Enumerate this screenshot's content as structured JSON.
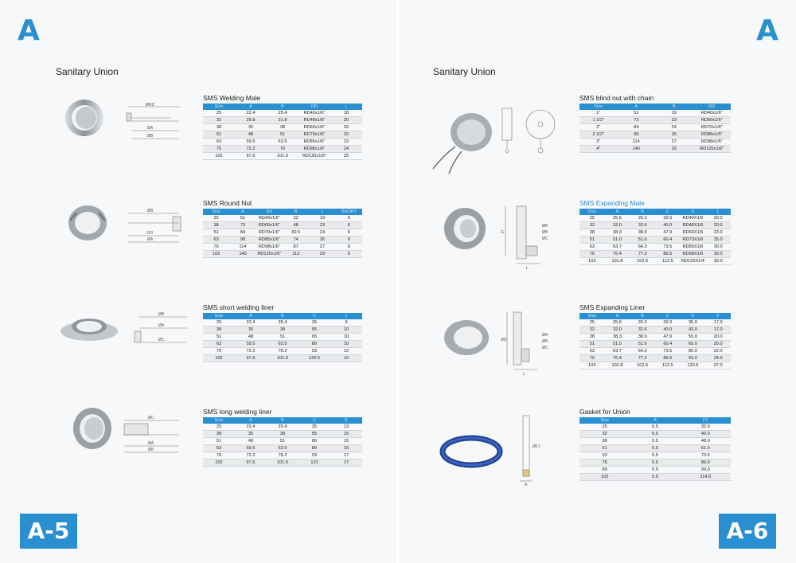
{
  "pages": [
    {
      "letter": "A",
      "title": "Sanitary Union",
      "number": "A-5",
      "products": [
        {
          "title": "SMS Welding Male",
          "headers": [
            "Size",
            "A",
            "B",
            "RD",
            "L"
          ],
          "rows": [
            [
              "25",
              "22.4",
              "25.4",
              "RD40x1/6\"",
              "18"
            ],
            [
              "32",
              "28.8",
              "31.8",
              "RD48x1/6\"",
              "20"
            ],
            [
              "38",
              "35",
              "38",
              "RD60x1/6\"",
              "20"
            ],
            [
              "51",
              "48",
              "51",
              "RD70x1/6\"",
              "20"
            ],
            [
              "63",
              "59.5",
              "63.5",
              "RD85x1/6\"",
              "22"
            ],
            [
              "76",
              "72.2",
              "76",
              "RD98x1/6\"",
              "24"
            ],
            [
              "102",
              "97.6",
              "101.6",
              "RD125x1/6\"",
              "25"
            ]
          ],
          "drawing_labels": [
            "ØRD",
            "ØA",
            "ØB"
          ]
        },
        {
          "title": "SMS Round Nut",
          "headers": [
            "Size",
            "A",
            "Rd",
            "B",
            "L",
            "SHORT"
          ],
          "rows": [
            [
              "25",
              "51",
              "RD40x1/6\"",
              "32",
              "19",
              "6"
            ],
            [
              "38",
              "73",
              "RD60x1/6\"",
              "48",
              "23",
              "6"
            ],
            [
              "51",
              "84",
              "RD70x1/6\"",
              "60.5",
              "24",
              "6"
            ],
            [
              "63",
              "98",
              "RD85x1/6\"",
              "74",
              "26",
              "6"
            ],
            [
              "76",
              "114",
              "RD98x1/6\"",
              "87",
              "27",
              "6"
            ],
            [
              "102",
              "140",
              "RD125x1/6\"",
              "113",
              "29",
              "6"
            ]
          ],
          "drawing_labels": [
            "ØB",
            "ØA",
            "RD"
          ]
        },
        {
          "title": "SMS short welding liner",
          "headers": [
            "Size",
            "A",
            "B",
            "C",
            "L"
          ],
          "rows": [
            [
              "25",
              "22.4",
              "25.4",
              "35",
              "9"
            ],
            [
              "38",
              "35",
              "38",
              "55",
              "10"
            ],
            [
              "51",
              "48",
              "51",
              "65",
              "10"
            ],
            [
              "63",
              "59.5",
              "63.5",
              "80",
              "10"
            ],
            [
              "76",
              "72.2",
              "76.2",
              "93",
              "10"
            ],
            [
              "102",
              "97.6",
              "101.6",
              "120.5",
              "10"
            ]
          ],
          "drawing_labels": [
            "ØB",
            "ØA",
            "ØC"
          ]
        },
        {
          "title": "SMS long welding liner",
          "headers": [
            "Size",
            "A",
            "B",
            "C",
            "E"
          ],
          "rows": [
            [
              "25",
              "22.4",
              "25.4",
              "35",
              "13"
            ],
            [
              "38",
              "35",
              "38",
              "55",
              "15"
            ],
            [
              "51",
              "48",
              "51",
              "65",
              "15"
            ],
            [
              "63",
              "59.5",
              "63.5",
              "80",
              "15"
            ],
            [
              "76",
              "72.2",
              "76.2",
              "93",
              "17"
            ],
            [
              "102",
              "97.6",
              "101.6",
              "121",
              "17"
            ]
          ],
          "drawing_labels": [
            "ØC",
            "ØA",
            "ØB"
          ]
        }
      ]
    },
    {
      "letter": "A",
      "title": "Sanitary Union",
      "number": "A-6",
      "products": [
        {
          "title": "SMS blind nut with chain",
          "headers": [
            "Size",
            "A",
            "B",
            "RD"
          ],
          "rows": [
            [
              "1\"",
              "51",
              "19",
              "RD40x1/6\""
            ],
            [
              "1 1/2\"",
              "73",
              "23",
              "RD60x1/6\""
            ],
            [
              "2\"",
              "84",
              "24",
              "RD70x1/6\""
            ],
            [
              "2 1/2\"",
              "98",
              "26",
              "RD85x1/6\""
            ],
            [
              "3\"",
              "114",
              "27",
              "RD98x1/6\""
            ],
            [
              "4\"",
              "140",
              "29",
              "RD125x1/6\""
            ]
          ]
        },
        {
          "title": "SMS Expanding Male",
          "headers": [
            "Size",
            "A",
            "B",
            "C",
            "D",
            "L"
          ],
          "rows": [
            [
              "25",
              "25.6",
              "26.2",
              "32.0",
              "RD40X1/6",
              "20.0"
            ],
            [
              "32",
              "32.0",
              "32.6",
              "40.0",
              "RD48X1/6",
              "20.0"
            ],
            [
              "38",
              "38.3",
              "38.9",
              "47.9",
              "RD60X1/6",
              "23.0"
            ],
            [
              "51",
              "51.0",
              "51.6",
              "60.4",
              "RD70X1/6",
              "25.0"
            ],
            [
              "63",
              "63.7",
              "64.3",
              "73.5",
              "RD85X1/6",
              "30.0"
            ],
            [
              "76",
              "76.4",
              "77.2",
              "86.5",
              "RD98X1/6",
              "30.0"
            ],
            [
              "102",
              "101.8",
              "102.6",
              "112.5",
              "RD125X1/4",
              "30.0"
            ]
          ],
          "drawing_labels": [
            "G",
            "ØA",
            "ØB",
            "ØC",
            "L"
          ]
        },
        {
          "title": "SMS Expanding Liner",
          "headers": [
            "Size",
            "A",
            "B",
            "C",
            "D",
            "F"
          ],
          "rows": [
            [
              "25",
              "25.6",
              "26.2",
              "32.0",
              "35.0",
              "17.0"
            ],
            [
              "32",
              "32.0",
              "32.6",
              "40.0",
              "43.0",
              "17.0"
            ],
            [
              "38",
              "38.3",
              "38.9",
              "47.9",
              "55.0",
              "20.0"
            ],
            [
              "51",
              "51.0",
              "51.6",
              "60.4",
              "65.0",
              "20.0"
            ],
            [
              "63",
              "63.7",
              "64.3",
              "73.5",
              "80.0",
              "22.0"
            ],
            [
              "76",
              "76.4",
              "77.2",
              "86.5",
              "93.0",
              "24.0"
            ],
            [
              "102",
              "101.8",
              "102.6",
              "112.5",
              "120.5",
              "27.0"
            ]
          ],
          "drawing_labels": [
            "ØD",
            "ØA",
            "ØB",
            "ØC",
            "L"
          ]
        },
        {
          "title": "Gasket for Union",
          "headers": [
            "Size",
            "A",
            "F1"
          ],
          "rows": [
            [
              "25",
              "5.5",
              "32.0"
            ],
            [
              "32",
              "5.5",
              "40.0"
            ],
            [
              "38",
              "5.5",
              "48.0"
            ],
            [
              "51",
              "5.5",
              "61.0"
            ],
            [
              "63",
              "5.5",
              "73.5"
            ],
            [
              "76",
              "5.5",
              "86.0"
            ],
            [
              "89",
              "5.5",
              "99.0"
            ],
            [
              "102",
              "5.5",
              "114.0"
            ]
          ],
          "drawing_labels": [
            "ØF1",
            "A"
          ]
        }
      ]
    }
  ],
  "colors": {
    "accent": "#2a8fd0",
    "row_shade": "#e8eaec",
    "page_bg": "#f7f8f9"
  }
}
